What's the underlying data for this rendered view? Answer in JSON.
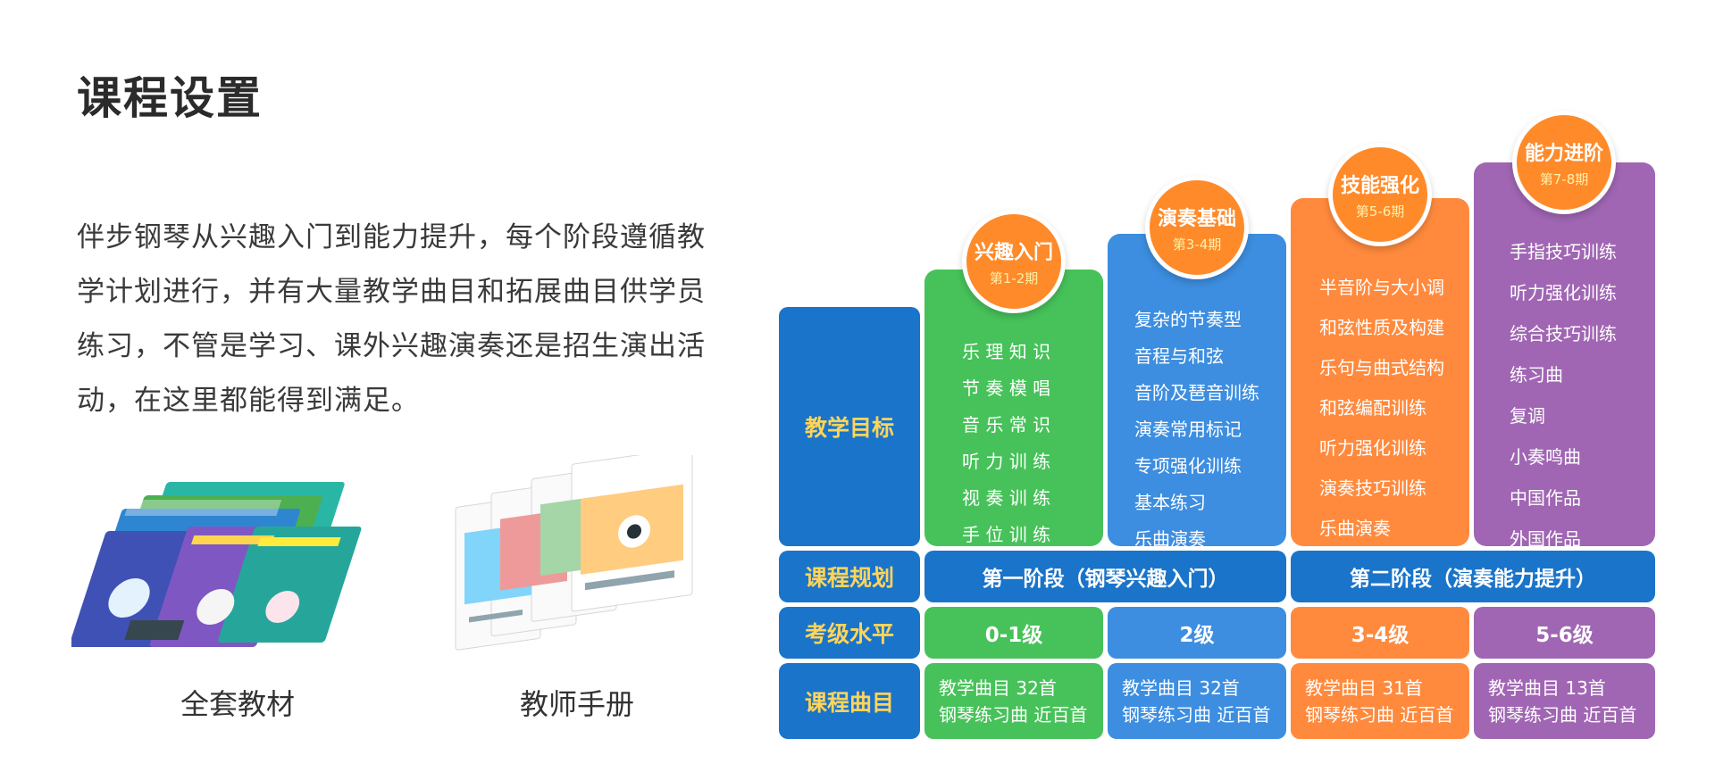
{
  "page": {
    "title": "课程设置",
    "description": "伴步钢琴从兴趣入门到能力提升，每个阶段遵循教学计划进行，并有大量教学曲目和拓展曲目供学员练习，不管是学习、课外兴趣演奏还是招生演出活动，在这里都能得到满足。"
  },
  "materials": [
    {
      "caption": "全套教材"
    },
    {
      "caption": "教师手册"
    }
  ],
  "table": {
    "row_headers": {
      "goals": "教学目标",
      "plan": "课程规划",
      "level": "考级水平",
      "songs": "课程曲目"
    },
    "stages": [
      {
        "name": "兴趣入门",
        "periods": "第1-2期",
        "color": "#47c25a",
        "goals": [
          "乐 理 知 识",
          "节 奏 模 唱",
          "音 乐 常 识",
          "听 力 训 练",
          "视 奏 训 练",
          "手 位 训 练"
        ],
        "level": "0-1级",
        "songs_1": "教学曲目 32首",
        "songs_2": "钢琴练习曲 近百首"
      },
      {
        "name": "演奏基础",
        "periods": "第3-4期",
        "color": "#3d8ee0",
        "goals": [
          "复杂的节奏型",
          "音程与和弦",
          "音阶及琶音训练",
          "演奏常用标记",
          "专项强化训练",
          "基本练习",
          "乐曲演奏"
        ],
        "level": "2级",
        "songs_1": "教学曲目 32首",
        "songs_2": "钢琴练习曲 近百首"
      },
      {
        "name": "技能强化",
        "periods": "第5-6期",
        "color": "#ff8a3d",
        "goals": [
          "半音阶与大小调",
          "和弦性质及构建",
          "乐句与曲式结构",
          "和弦编配训练",
          "听力强化训练",
          "演奏技巧训练",
          "乐曲演奏"
        ],
        "level": "3-4级",
        "songs_1": "教学曲目 31首",
        "songs_2": "钢琴练习曲 近百首"
      },
      {
        "name": "能力进阶",
        "periods": "第7-8期",
        "color": "#a066b3",
        "goals": [
          "手指技巧训练",
          "听力强化训练",
          "综合技巧训练",
          "练习曲",
          "复调",
          "小奏鸣曲",
          "中国作品",
          "外国作品"
        ],
        "level": "5-6级",
        "songs_1": "教学曲目 13首",
        "songs_2": "钢琴练习曲 近百首"
      }
    ],
    "phases": [
      {
        "label": "第一阶段（钢琴兴趣入门）"
      },
      {
        "label": "第二阶段（演奏能力提升）"
      }
    ]
  }
}
